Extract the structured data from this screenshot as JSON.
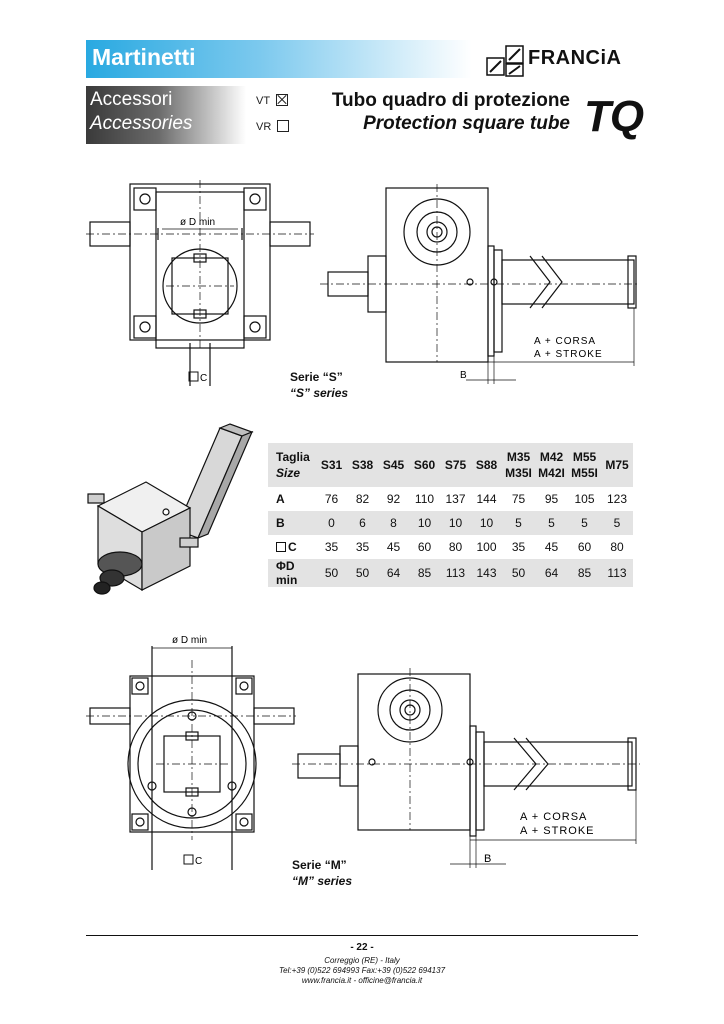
{
  "header": {
    "title": "Martinetti",
    "category_it": "Accessori",
    "category_en": "Accessories",
    "option_vt": "VT",
    "option_vr": "VR",
    "product_it": "Tubo quadro di protezione",
    "product_en": "Protection square tube",
    "code": "TQ",
    "brand": "FRANCiA"
  },
  "drawing_labels": {
    "d_min": "ø D min",
    "c": "C",
    "corsa": "A + CORSA",
    "stroke": "A + STROKE",
    "b": "B"
  },
  "series_s": {
    "it": "Serie “S”",
    "en": "“S” series"
  },
  "series_m": {
    "it": "Serie “M”",
    "en": "“M” series"
  },
  "table": {
    "header_it": "Taglia",
    "header_en": "Size",
    "columns": [
      {
        "l1": "S31"
      },
      {
        "l1": "S38"
      },
      {
        "l1": "S45"
      },
      {
        "l1": "S60"
      },
      {
        "l1": "S75"
      },
      {
        "l1": "S88"
      },
      {
        "l1": "M35",
        "l2": "M35I"
      },
      {
        "l1": "M42",
        "l2": "M42I"
      },
      {
        "l1": "M55",
        "l2": "M55I"
      },
      {
        "l1": "M75"
      }
    ],
    "rows": [
      {
        "label": "A",
        "values": [
          "76",
          "82",
          "92",
          "110",
          "137",
          "144",
          "75",
          "95",
          "105",
          "123"
        ]
      },
      {
        "label": "B",
        "values": [
          "0",
          "6",
          "8",
          "10",
          "10",
          "10",
          "5",
          "5",
          "5",
          "5"
        ]
      },
      {
        "label": "C",
        "values": [
          "35",
          "35",
          "45",
          "60",
          "80",
          "100",
          "35",
          "45",
          "60",
          "80"
        ]
      },
      {
        "label": "ΦD min",
        "values": [
          "50",
          "50",
          "64",
          "85",
          "113",
          "143",
          "50",
          "64",
          "85",
          "113"
        ]
      }
    ]
  },
  "footer": {
    "page": "- 22 -",
    "address": "Correggio (RE) - Italy",
    "phone": "Tel:+39 (0)522 694993    Fax:+39 (0)522 694137",
    "web": "www.francia.it - officine@francia.it"
  }
}
